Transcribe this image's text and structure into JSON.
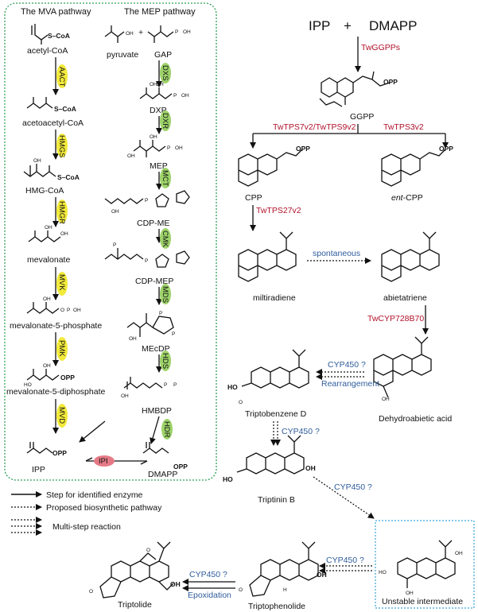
{
  "colors": {
    "yellow_enzyme": "#f2ea3a",
    "green_enzyme": "#9ed36a",
    "red_enzyme_text": "#b0122b",
    "blue_enzyme_text": "#2f5c9c",
    "ipi_fill": "#e57a86",
    "box_green": "#2e9e57",
    "box_blue": "#3aa3d9"
  },
  "pathways": {
    "mva_title": "The MVA pathway",
    "mep_title": "The MEP pathway"
  },
  "mva": {
    "compounds": [
      "acetyl-CoA",
      "acetoacetyl-CoA",
      "HMG-CoA",
      "mevalonate",
      "mevalonate-5-phosphate",
      "mevalonate-5-diphosphate",
      "IPP"
    ],
    "enzymes": [
      "AACT",
      "HMGS",
      "HMGR",
      "MVK",
      "PMK",
      "MVD"
    ]
  },
  "mep": {
    "compounds": [
      "pyruvate",
      "GAP",
      "DXP",
      "MEP",
      "CDP-ME",
      "CDP-MEP",
      "MEcDP",
      "HMBDP",
      "DMAPP"
    ],
    "enzymes": [
      "DXS",
      "DXR",
      "MCT",
      "CMK",
      "MDS",
      "HDS",
      "HDR"
    ]
  },
  "ipi": "IPI",
  "top": {
    "ipp": "IPP",
    "plus": "+",
    "dmapp": "DMAPP",
    "ggpps": "TwGGPPs",
    "ggpp": "GGPP"
  },
  "right": {
    "tps_left": "TwTPS7v2/TwTPS9v2",
    "tps_right": "TwTPS3v2",
    "cpp": "CPP",
    "ent_prefix": "ent",
    "ent_suffix": "-CPP",
    "tps27": "TwTPS27v2",
    "miltiradiene": "miltiradiene",
    "spontaneous": "spontaneous",
    "abietatriene": "abietatriene",
    "cyp728": "TwCYP728B70",
    "dehydroabietic": "Dehydroabietic acid",
    "cyp_rearr_1": "CYP450 ?",
    "cyp_rearr_2": "Rearrangement",
    "triptobenzene": "Triptobenzene D",
    "cyp_down": "CYP450 ?",
    "triptinin": "Triptinin B",
    "cyp_diag": "CYP450 ?",
    "unstable": "Unstable intermediate",
    "cyp_left": "CYP450 ?",
    "triptophenolide": "Triptophenolide",
    "cyp_ep_1": "CYP450 ?",
    "cyp_ep_2": "Epoxidation",
    "triptolide": "Triptolide"
  },
  "atoms": {
    "scoa": "S–CoA",
    "oh": "OH",
    "ho": "HO",
    "opp": "OPP",
    "o": "O",
    "p": "P",
    "h": "H"
  },
  "legend": {
    "identified": "Step for identified enzyme",
    "proposed": "Proposed biosynthetic pathway",
    "multistep": "Multi-step reaction"
  }
}
